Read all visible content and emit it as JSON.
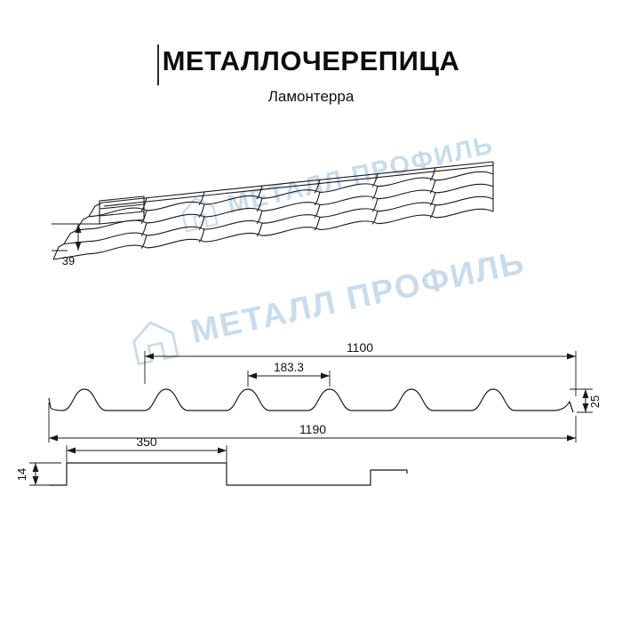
{
  "header": {
    "title": "МЕТАЛЛОЧЕРЕПИЦА",
    "subtitle": "Ламонтерра"
  },
  "watermark": {
    "text": "МЕТАЛЛ ПРОФИЛЬ",
    "color": "#c9dcec"
  },
  "figures": {
    "perspective": {
      "height_label": "39"
    },
    "profile": {
      "width_top": "1100",
      "module": "183.3",
      "height": "25",
      "width_total": "1190"
    },
    "step": {
      "length": "350",
      "height": "14"
    }
  },
  "colors": {
    "line": "#1a1a1a",
    "text": "#111111"
  }
}
